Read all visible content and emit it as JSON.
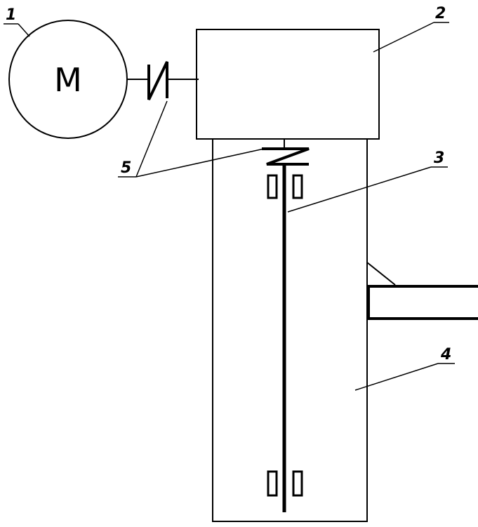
{
  "motor_letter": "M",
  "callouts": {
    "c1": "1",
    "c2": "2",
    "c3": "3",
    "c4": "4",
    "c5": "5"
  }
}
